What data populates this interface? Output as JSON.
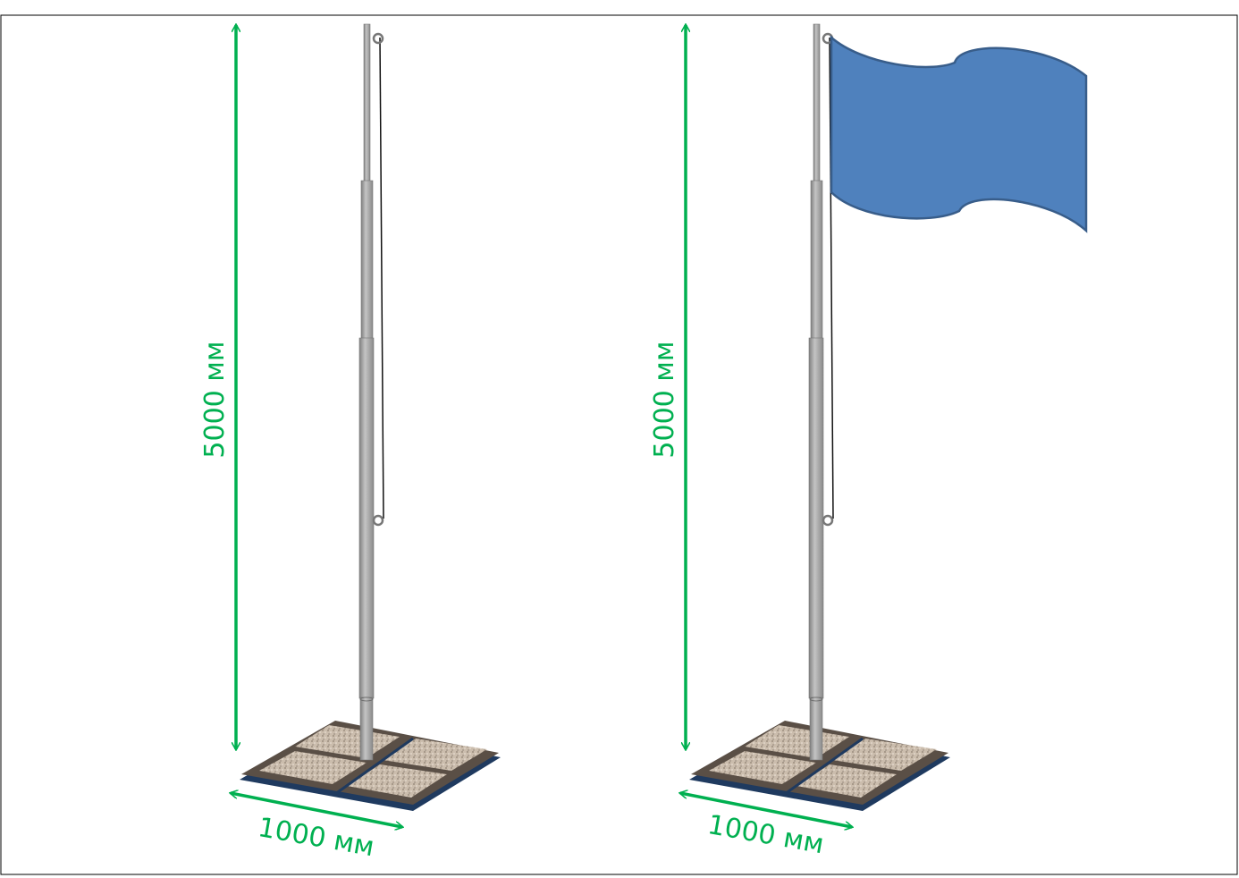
{
  "figures": [
    {
      "height_label": "5000 мм",
      "width_label": "1000 мм",
      "has_flag": false
    },
    {
      "height_label": "5000 мм",
      "width_label": "1000 мм",
      "has_flag": true
    }
  ],
  "colors": {
    "dimension": "#00B050",
    "flag": "#4F81BD",
    "flag_border": "#385D8A",
    "pole": "#A6A6A6",
    "stone": "#C9BBAA",
    "base_edge": "#1F3A5F"
  }
}
